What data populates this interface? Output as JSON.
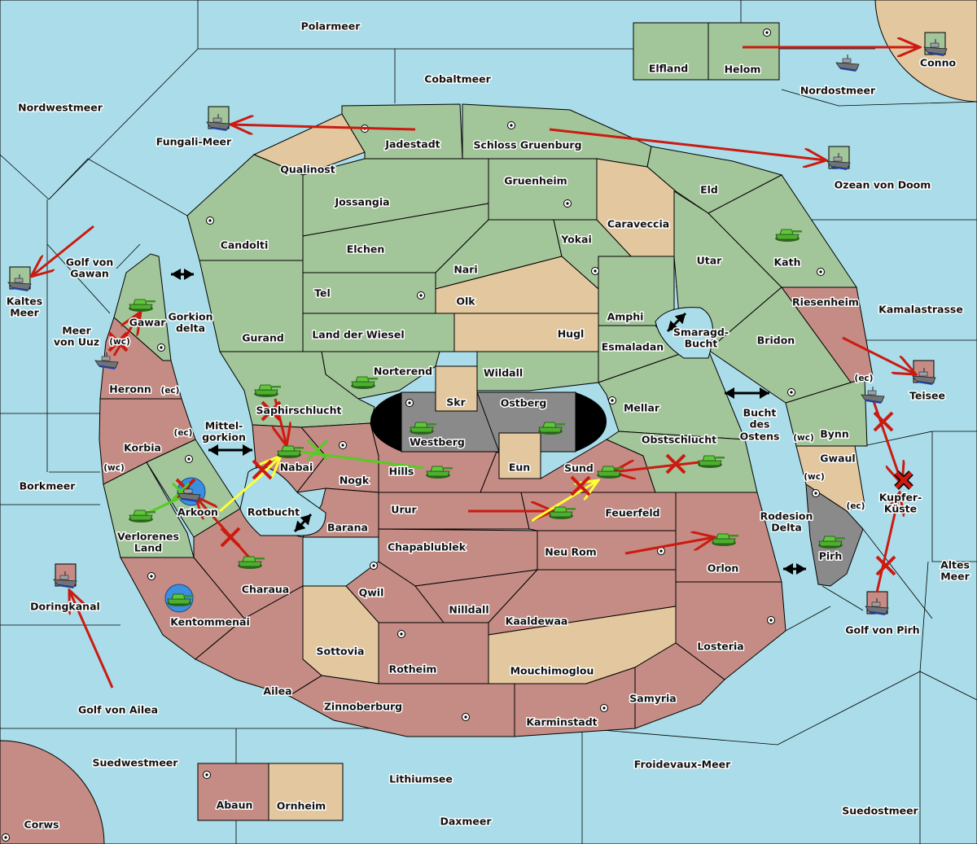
{
  "map": {
    "colors": {
      "sea": "#aadde9",
      "green_power": "#a3c59a",
      "pink_power": "#c48c84",
      "neutral_tan": "#e2c79f",
      "impassable_gray": "#8a8a8a",
      "order_move": "#cc1a10",
      "order_support": "#ffff33",
      "order_convoy_support": "#55cc22",
      "dislodged_ring": "#3a8fe0"
    }
  },
  "labels": {
    "polarmeer": "Polarmeer",
    "cobaltmeer": "Cobaltmeer",
    "nordwestmeer": "Nordwestmeer",
    "fungali_meer": "Fungali-Meer",
    "jadestadt": "Jadestadt",
    "schloss_gruenburg": "Schloss Gruenburg",
    "qualinost": "Qualinost",
    "elfland": "Elfland",
    "helom": "Helom",
    "conno": "Conno",
    "nordostmeer": "Nordostmeer",
    "ozean_von_doom": "Ozean von Doom",
    "gruenheim": "Gruenheim",
    "eld": "Eld",
    "jossangia": "Jossangia",
    "caraveccia": "Caraveccia",
    "candolti": "Candolti",
    "yokai": "Yokai",
    "elchen": "Elchen",
    "utar": "Utar",
    "kath": "Kath",
    "nari": "Nari",
    "golf_von_gawan": [
      "Golf von",
      "Gawan"
    ],
    "kaltes_meer": [
      "Kaltes",
      "Meer"
    ],
    "tel": "Tel",
    "olk": "Olk",
    "riesenheim": "Riesenheim",
    "kamalastrasse": "Kamalastrasse",
    "amphi": "Amphi",
    "gorkion_delta": [
      "Gorkion",
      "delta"
    ],
    "meer_von_uuz": [
      "Meer",
      "von Uuz"
    ],
    "gawar": "Gawar",
    "smaragd_bucht": [
      "Smaragd-",
      "Bucht"
    ],
    "gurand": "Gurand",
    "land_der_wiesel": "Land der Wiesel",
    "hugl": "Hugl",
    "bridon": "Bridon",
    "esmaladan": "Esmaladan",
    "norterend": "Norterend",
    "wildall": "Wildall",
    "heronn": "Heronn",
    "teisee": "Teisee",
    "skr": "Skr",
    "ostberg": "Ostberg",
    "mellar": "Mellar",
    "saphirschlucht": "Saphirschlucht",
    "bucht_des_ostens": [
      "Bucht",
      "des",
      "Ostens"
    ],
    "mittelgorkion": [
      "Mittel-",
      "gorkion"
    ],
    "westberg": "Westberg",
    "bynn": "Bynn",
    "obstschlucht": "Obstschlucht",
    "korbia": "Korbia",
    "gwaul": "Gwaul",
    "nabai": "Nabai",
    "eun": "Eun",
    "sund": "Sund",
    "hills": "Hills",
    "nogk": "Nogk",
    "borkmeer": "Borkmeer",
    "kupfer_kueste": [
      "Kupfer-",
      "Küste"
    ],
    "urur": "Urur",
    "arkoon": "Arkoon",
    "rotbucht": "Rotbucht",
    "feuerfeld": "Feuerfeld",
    "rodesion_delta": [
      "Rodesion",
      "Delta"
    ],
    "barana": "Barana",
    "verlorenes_land": [
      "Verlorenes",
      "Land"
    ],
    "chapablublek": "Chapablublek",
    "neu_rom": "Neu Rom",
    "pirh": "Pirh",
    "altes_meer": [
      "Altes",
      "Meer"
    ],
    "orlon": "Orlon",
    "charaua": "Charaua",
    "qwil": "Qwil",
    "doringkanal": "Doringkanal",
    "nilldall": "Nilldall",
    "kaaldewaa": "Kaaldewaa",
    "kentommenai": "Kentommenai",
    "golf_von_pirh": "Golf von Pirh",
    "losteria": "Losteria",
    "sottovia": "Sottovia",
    "rotheim": "Rotheim",
    "mouchimoglou": "Mouchimoglou",
    "ailea": "Ailea",
    "samyria": "Samyria",
    "zinnoberburg": "Zinnoberburg",
    "golf_von_ailea": "Golf von Ailea",
    "karminstadt": "Karminstadt",
    "suedwestmeer": "Suedwestmeer",
    "froidevaux_meer": "Froidevaux-Meer",
    "lithiumsee": "Lithiumsee",
    "abaun": "Abaun",
    "ornheim": "Ornheim",
    "suedostmeer": "Suedostmeer",
    "daxmeer": "Daxmeer",
    "corws": "Corws",
    "wc": "(wc)",
    "ec": "(ec)"
  },
  "units": {
    "army_icon": "tank-icon",
    "fleet_icon": "ship-icon",
    "supply_center_icon": "supply-center-dot-icon",
    "connection_icon": "double-arrow-icon",
    "failed_order_icon": "red-x-icon"
  }
}
